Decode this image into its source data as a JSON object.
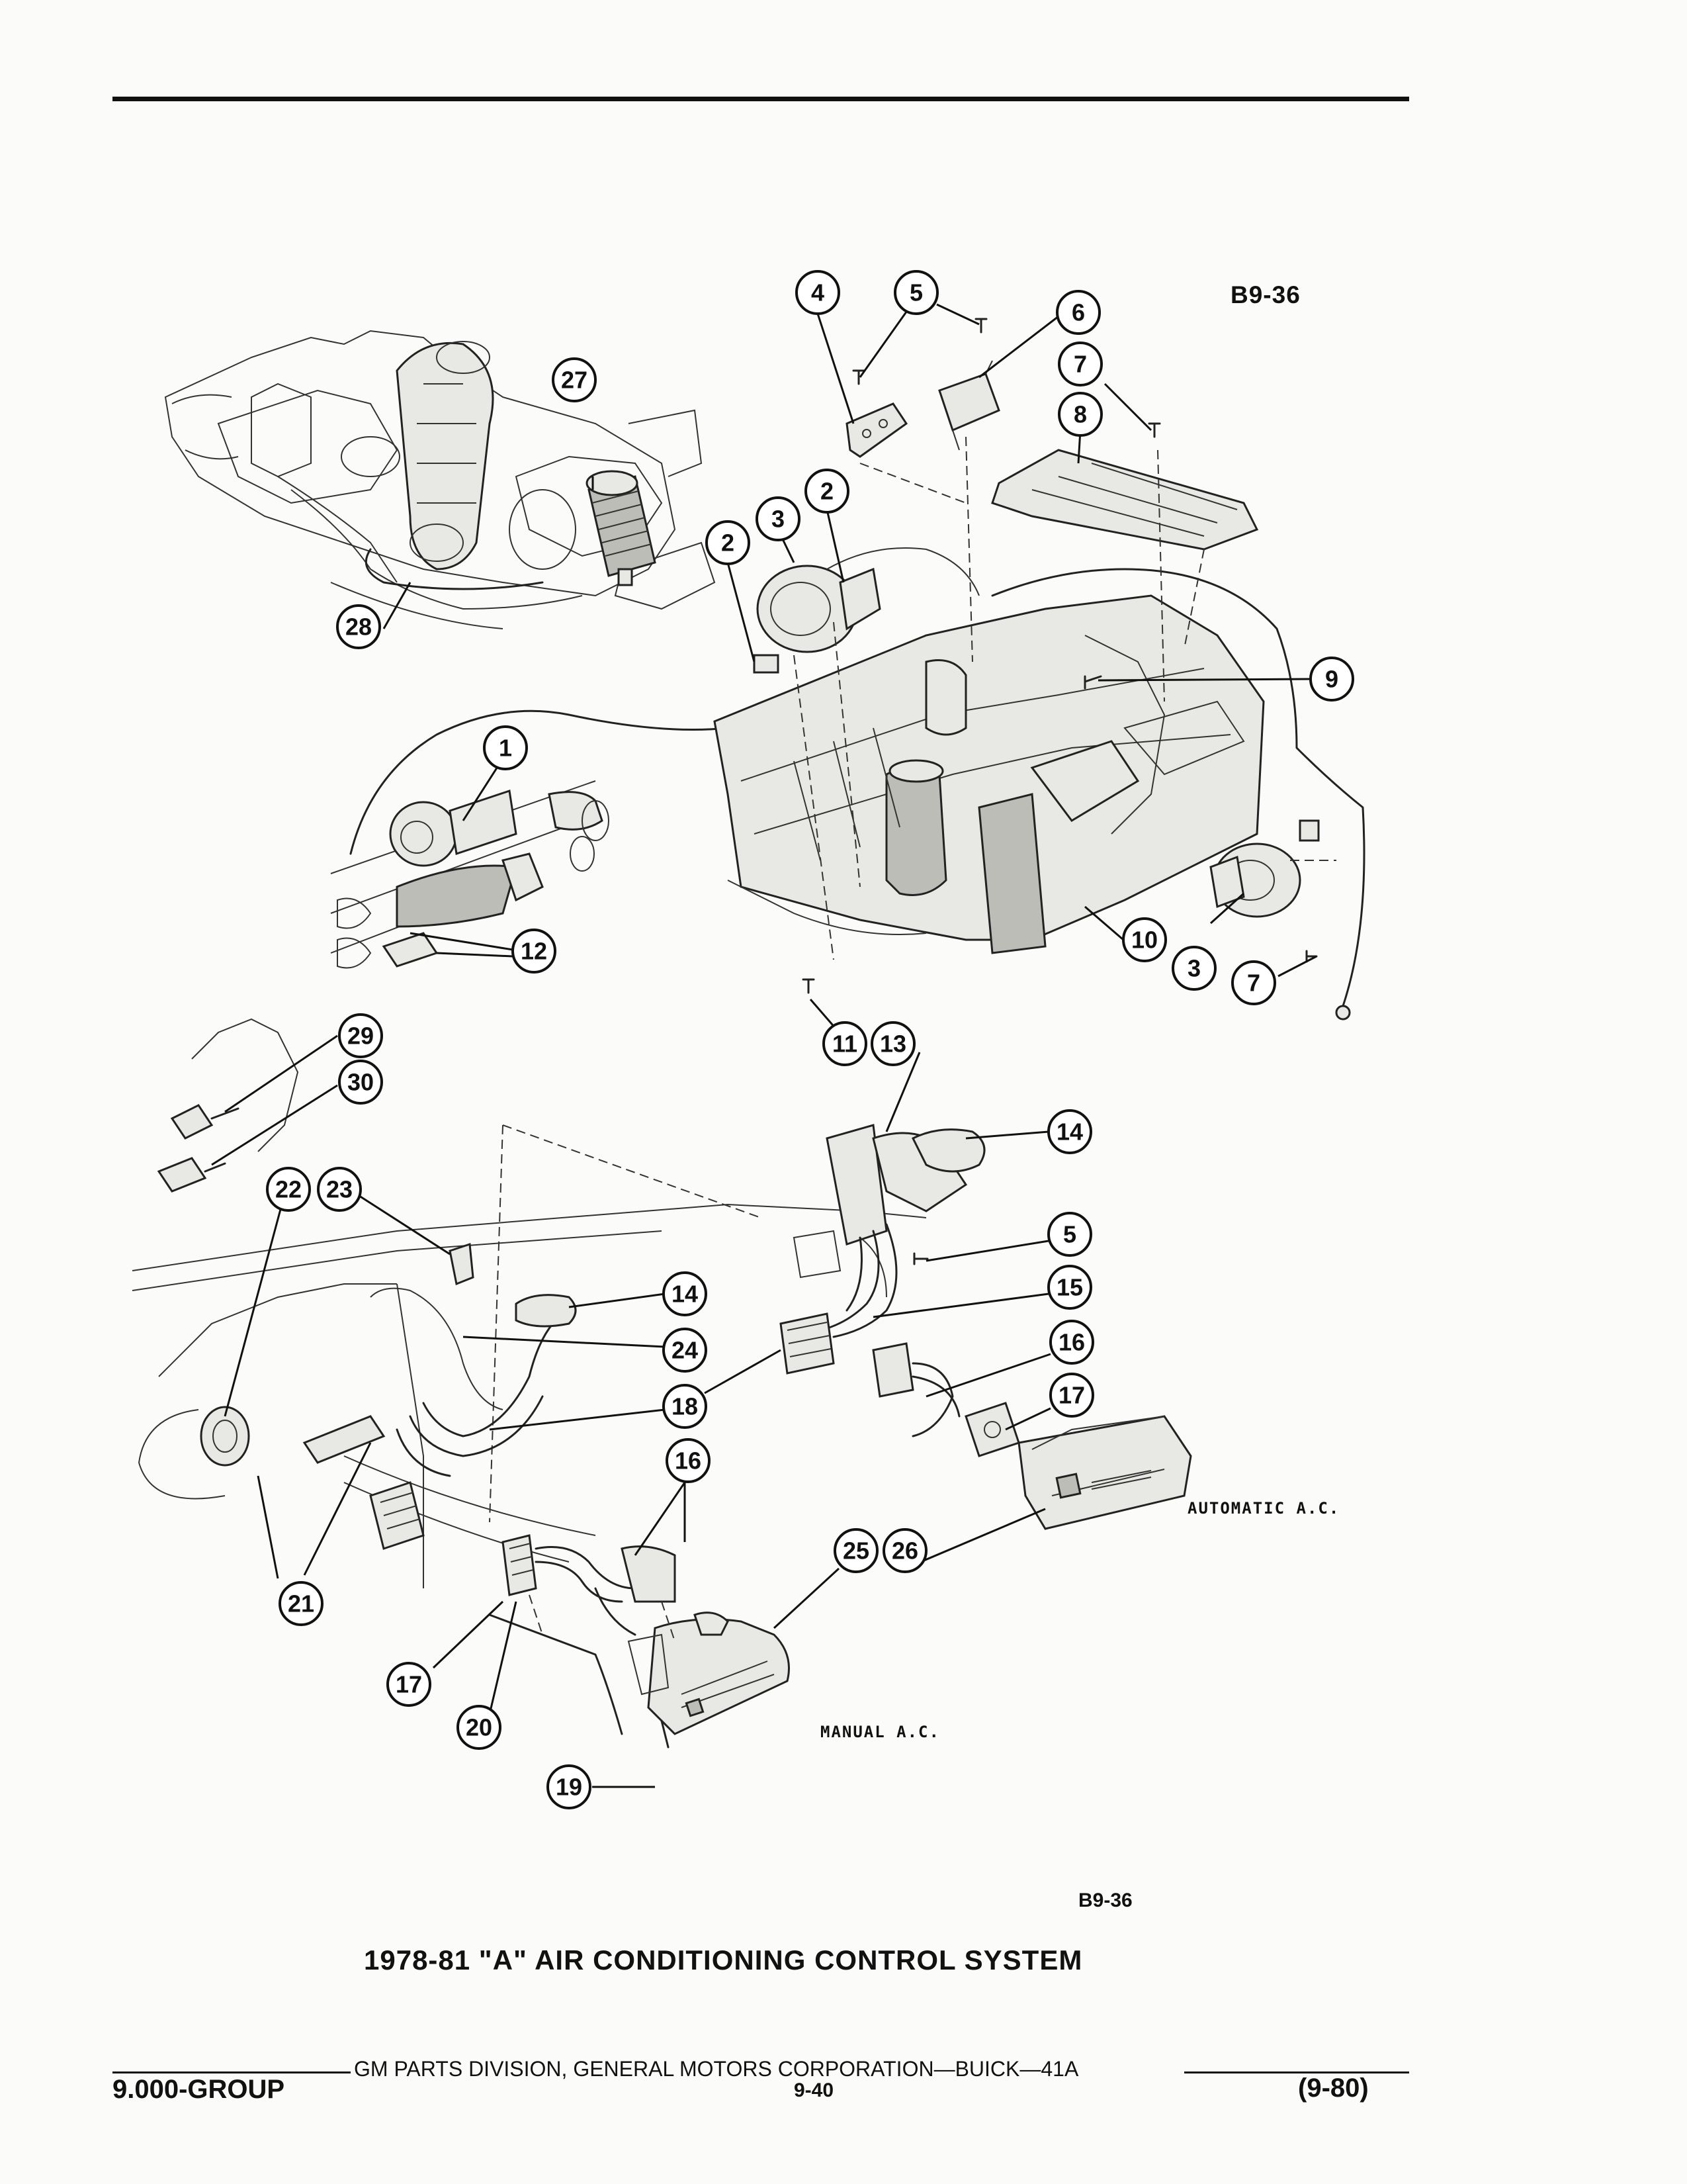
{
  "figure_code_top": "B9-36",
  "figure_code_bottom": "B9-36",
  "caption": "1978-81 \"A\" AIR CONDITIONING CONTROL SYSTEM",
  "labels": {
    "automatic": "AUTOMATIC A.C.",
    "manual": "MANUAL A.C."
  },
  "footer": {
    "publisher": "GM PARTS DIVISION, GENERAL MOTORS CORPORATION—BUICK—41A",
    "group": "9.000-GROUP",
    "page": "9-40",
    "date": "(9-80)"
  },
  "callouts": {
    "c1": "1",
    "c2a": "2",
    "c2b": "2",
    "c3a": "3",
    "c3b": "3",
    "c4": "4",
    "c5a": "5",
    "c5b": "5",
    "c6": "6",
    "c7a": "7",
    "c7b": "7",
    "c8": "8",
    "c9": "9",
    "c10": "10",
    "c11": "11",
    "c12": "12",
    "c13": "13",
    "c14a": "14",
    "c14b": "14",
    "c15": "15",
    "c16a": "16",
    "c16b": "16",
    "c17a": "17",
    "c17b": "17",
    "c18": "18",
    "c19": "19",
    "c20": "20",
    "c21": "21",
    "c22": "22",
    "c23": "23",
    "c24": "24",
    "c25": "25",
    "c26": "26",
    "c27": "27",
    "c28": "28",
    "c29": "29",
    "c30": "30"
  }
}
